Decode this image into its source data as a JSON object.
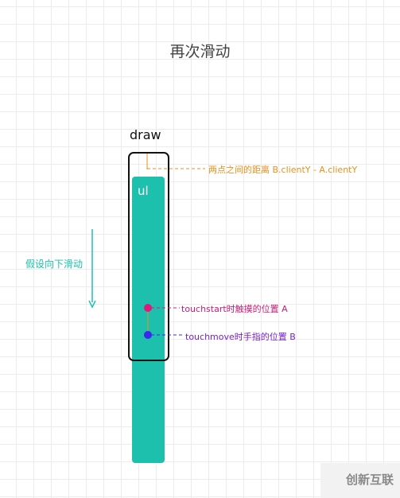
{
  "title": "再次滑动",
  "draw": {
    "label": "draw"
  },
  "ul": {
    "label": "ul"
  },
  "scroll_hint": "假设向下滑动",
  "annotations": {
    "distance": "两点之间的距离 B.clientY - A.clientY",
    "point_a_event": "touchstart",
    "point_a_text": "时触摸的位置 A",
    "point_b_event": "touchmove",
    "point_b_text": "时手指的位置 B"
  },
  "watermark": "创新互联",
  "colors": {
    "teal": "#1cc0ad",
    "orange": "#e8901a",
    "magenta": "#e0187a",
    "blue": "#3a28f0",
    "purple": "#7a20c8"
  }
}
